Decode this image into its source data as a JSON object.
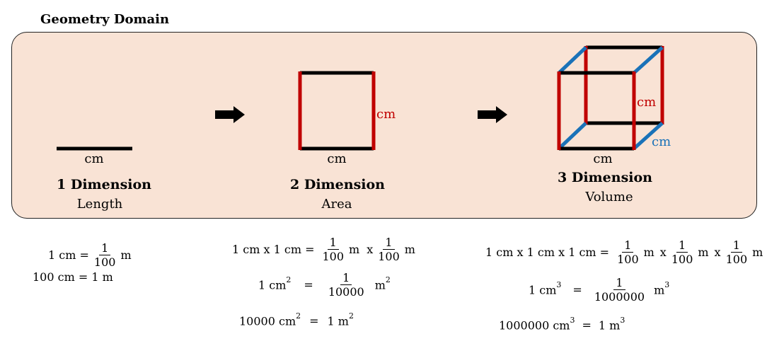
{
  "title": "Geometry Domain",
  "colors": {
    "panel_bg": "#f9e3d5",
    "red": "#c00000",
    "blue": "#1a72b8",
    "black": "#000000"
  },
  "one_d": {
    "unit": "cm",
    "heading": "1 Dimension",
    "subheading": "Length"
  },
  "two_d": {
    "unit_bottom": "cm",
    "unit_side": "cm",
    "heading": "2 Dimension",
    "subheading": "Area"
  },
  "three_d": {
    "unit_bottom": "cm",
    "unit_height": "cm",
    "unit_depth": "cm",
    "heading": "3 Dimension",
    "subheading": "Volume"
  },
  "eq1": {
    "line1_left": "1 cm =",
    "line1_num": "1",
    "line1_den": "100",
    "line1_unit": "m",
    "line2": "100 cm = 1 m"
  },
  "eq2": {
    "line1_left": "1 cm x 1 cm =",
    "num": "1",
    "den": "100",
    "unit": "m",
    "times": "x",
    "line2_left": "1 cm",
    "line2_exp": "2",
    "line2_eq": "=",
    "line2_num": "1",
    "line2_den": "10000",
    "line2_unit": "m",
    "line2_unit_exp": "2",
    "line3_left": "10000 cm",
    "line3_exp": "2",
    "line3_eq": "=",
    "line3_right": "1 m",
    "line3_right_exp": "2"
  },
  "eq3": {
    "line1_left": "1 cm x 1 cm x 1 cm =",
    "num": "1",
    "den": "100",
    "unit": "m",
    "times": "x",
    "line2_left": "1 cm",
    "line2_exp": "3",
    "line2_eq": "=",
    "line2_num": "1",
    "line2_den": "1000000",
    "line2_unit": "m",
    "line2_unit_exp": "3",
    "line3_left": "1000000 cm",
    "line3_exp": "3",
    "line3_eq": "=",
    "line3_right": "1 m",
    "line3_right_exp": "3"
  }
}
